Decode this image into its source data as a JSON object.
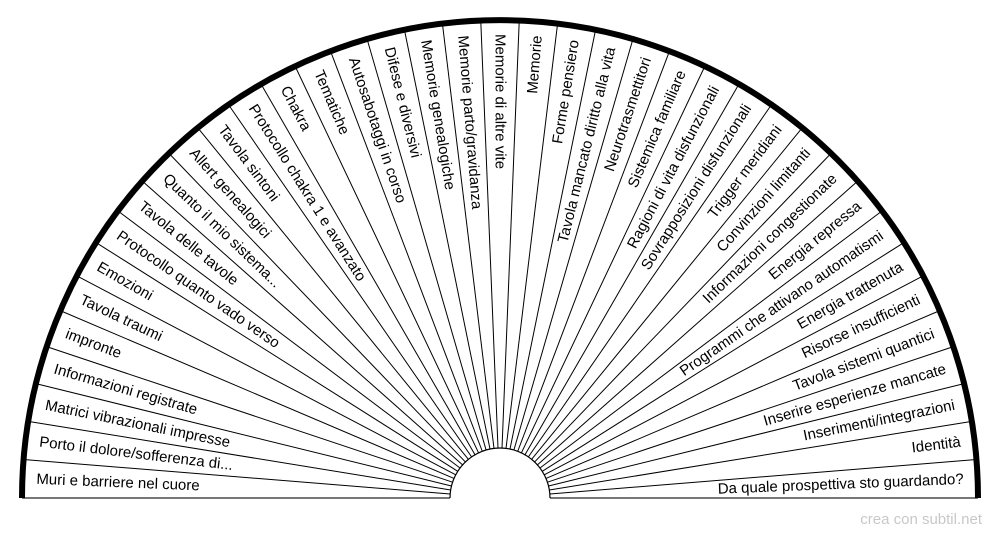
{
  "chart_data": {
    "type": "semicircle-sectors",
    "labels": [
      "Muri e barriere nel cuore",
      "Porto il dolore/sofferenza di...",
      "Matrici vibrazionali impresse",
      "Informazioni registrate",
      "impronte",
      "Tavola traumi",
      "Emozioni",
      "Protocollo quanto vado verso",
      "Tavola delle tavole",
      "Quanto il mio sistema...",
      "Allert genealogici",
      "Tavola sintoni",
      "Protocollo chakra 1 e avanzato",
      "Chakra",
      "Tematiche",
      "Autosabotaggi in corso",
      "Difese e diversivi",
      "Memorie genealogiche",
      "Memorie parto/gravidanza",
      "Memorie di altre vite",
      "Memorie",
      "Forme pensiero",
      "Tavola mancato diritto alla vita",
      "Neurotrasmettitori",
      "Sistemica familiare",
      "Ragioni di vita disfunzionali",
      "Sovrapposizioni disfunzionali",
      "Trigger meridiani",
      "Convinzioni limitanti",
      "Informazioni congestionate",
      "Energia repressa",
      "Programmi che attivano automatismi",
      "Energia trattenuta",
      "Risorse insufficienti",
      "Tavola sistemi quantici",
      "Inserire esperienze mancate",
      "Inserimenti/integrazioni",
      "Identità",
      "Da quale prospettiva sto guardando?"
    ]
  },
  "watermark": "crea con subtil.net"
}
